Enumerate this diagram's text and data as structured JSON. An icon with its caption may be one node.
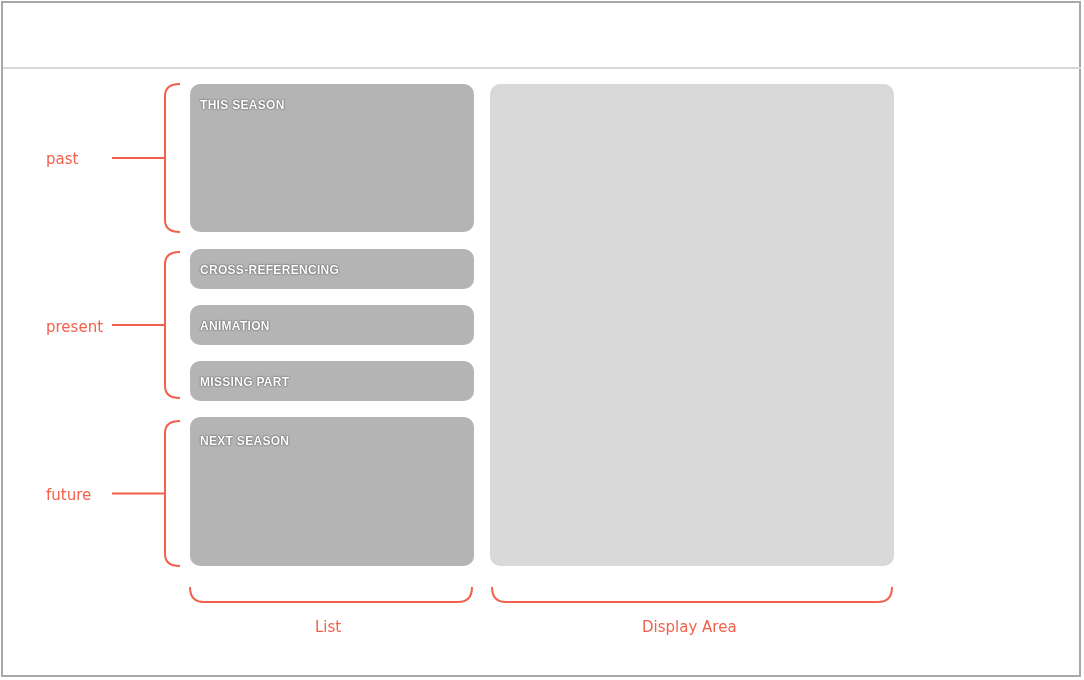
{
  "diagram": {
    "nodes": [
      {
        "text": [
          "THIS SEASON"
        ]
      },
      {
        "text": [
          "CROSS-REFERENCING"
        ]
      },
      {
        "text": [
          "ANIMATION"
        ]
      },
      {
        "text": [
          "MISSING PART"
        ]
      },
      {
        "text": [
          "NEXT SEASON"
        ]
      },
      {
        "text": [],
        "shape": "box"
      }
    ],
    "labels": [
      "past",
      "present",
      "future",
      "List",
      "Display Area"
    ]
  }
}
